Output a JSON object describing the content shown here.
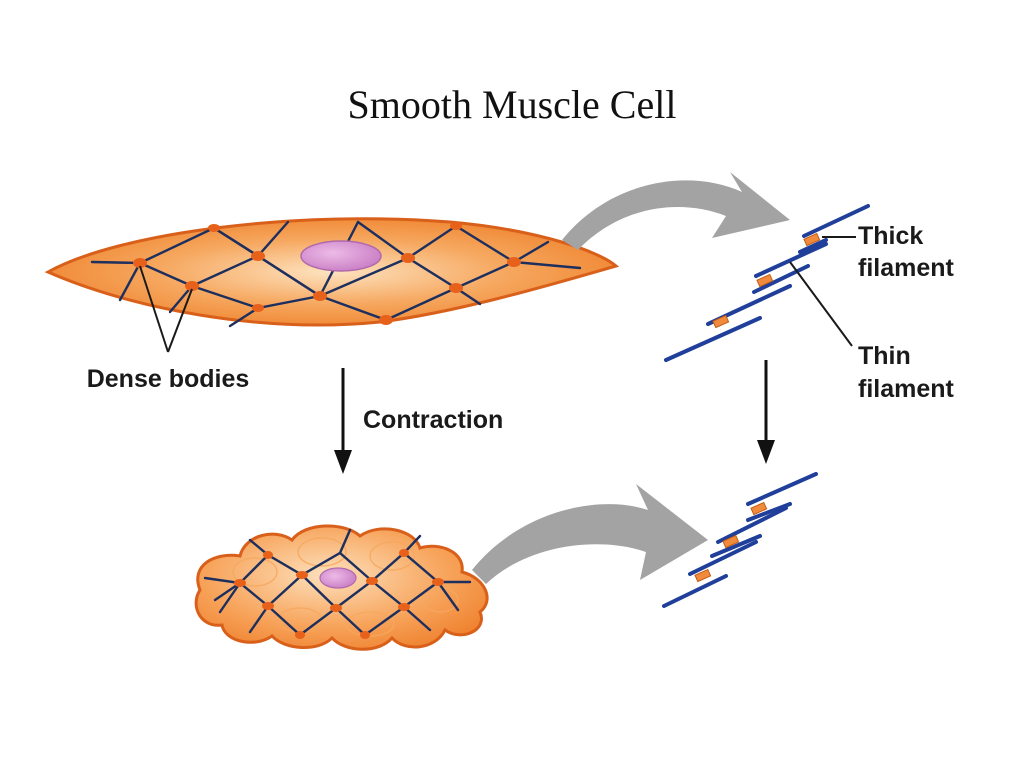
{
  "title": "Smooth Muscle Cell",
  "labels": {
    "dense_bodies": "Dense bodies",
    "contraction": "Contraction",
    "thick_line1": "Thick",
    "thick_line2": "filament",
    "thin_line1": "Thin",
    "thin_line2": "filament"
  },
  "colors": {
    "cell_fill": "#f0852c",
    "cell_light": "#fbd6a6",
    "cell_edge": "#d9601a",
    "network": "#1c2f5e",
    "dense_body": "#e8611a",
    "nucleus": "#d48ad0",
    "filament": "#1f3f9a",
    "curved_arrow": "#a3a3a3"
  }
}
